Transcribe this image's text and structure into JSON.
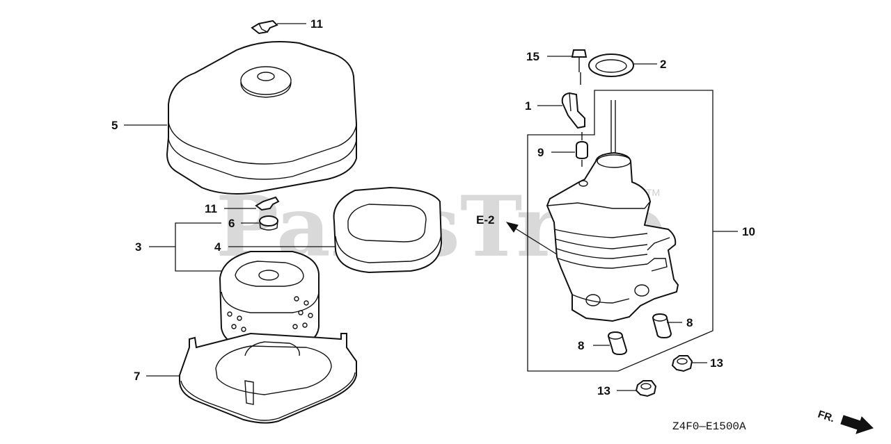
{
  "watermark": "PartsTree",
  "trademark": "TM",
  "drawing_code": "Z4F0—E1500A",
  "front_indicator": "FR.",
  "reference_label": "E-2",
  "callouts": [
    "1",
    "2",
    "3",
    "4",
    "5",
    "6",
    "7",
    "8",
    "8",
    "9",
    "10",
    "11",
    "11",
    "13",
    "13",
    "15"
  ]
}
